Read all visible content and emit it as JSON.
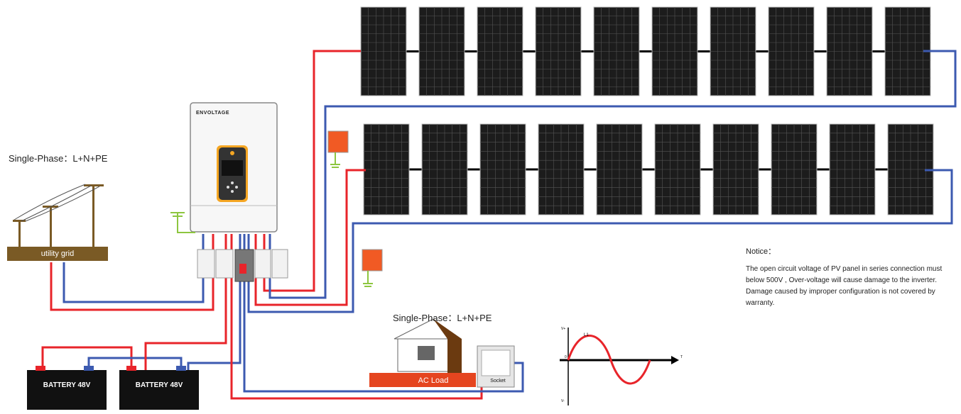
{
  "grid": {
    "title": "Single-Phase：L+N+PE",
    "label": "utility grid"
  },
  "inverter": {
    "brand": "ENVOLTAGE"
  },
  "batteries": [
    "BATTERY 48V",
    "BATTERY 48V"
  ],
  "load": {
    "title": "Single-Phase：L+N+PE",
    "label": "AC Load",
    "socket": "Socket"
  },
  "notice": {
    "title": "Notice：",
    "text": "The open circuit voltage of PV panel in series connection must below 500V , Over-voltage will cause damage to the inverter. Damage caused by improper configuration is not covered by warranty."
  },
  "waveform": {
    "y_pos": "V+",
    "y_neg": "V-",
    "peak": "L1",
    "origin": "0",
    "x_axis": "T"
  },
  "pv": {
    "rows": 2,
    "panels_per_row": 10
  },
  "colors": {
    "positive": "#e8242a",
    "negative": "#3c5ab0",
    "ground": "#8dc63f",
    "spd": "#f15a24",
    "grid_pole": "#7a5a25",
    "house_roof": "#6b3a10",
    "panel": "#1c1c1c"
  }
}
